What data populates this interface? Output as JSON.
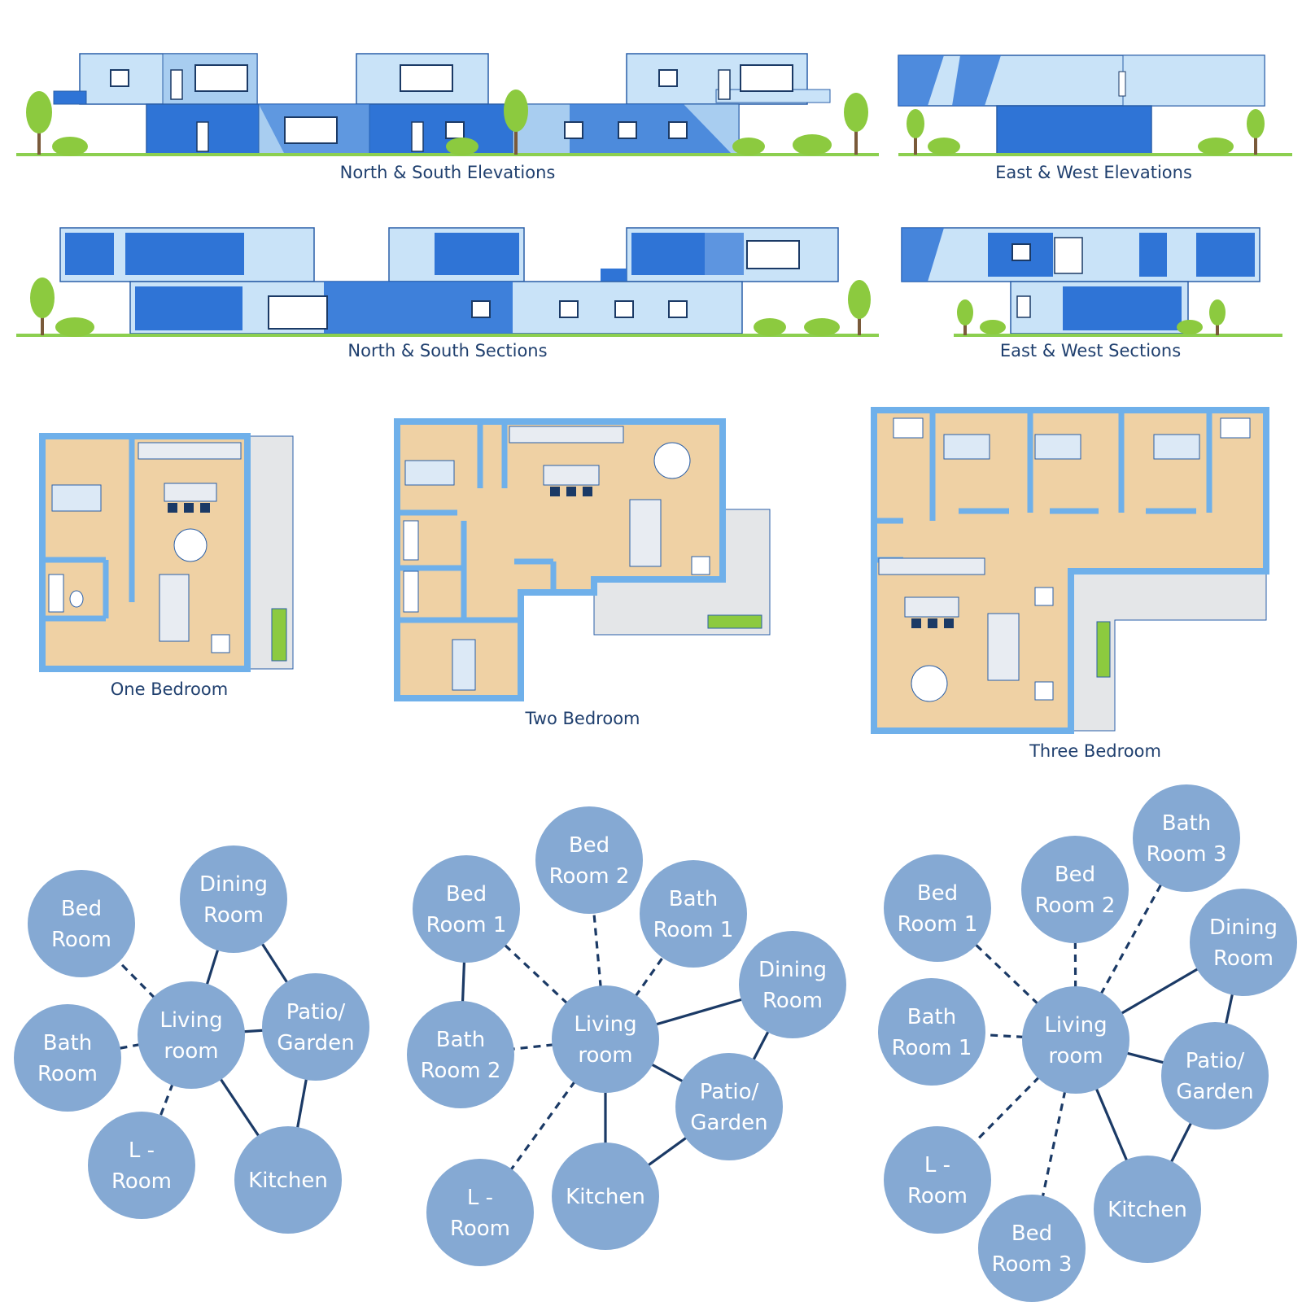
{
  "colors": {
    "sky": "#c9e3f8",
    "sky_dark": "#a8cdf0",
    "deep": "#2f74d6",
    "outline": "#2a5fa8",
    "floor": "#efd1a4",
    "wall": "#6fb0ea",
    "patio": "#e4e6e8",
    "ground": "#8ccf4f",
    "tree": "#8cca3f",
    "trunk": "#7a5a3a",
    "node": "#85a9d3",
    "edge": "#1b3a66"
  },
  "captions": {
    "ns_elev": "North & South Elevations",
    "ew_elev": "East & West Elevations",
    "ns_sect": "North & South Sections",
    "ew_sect": "East & West Sections",
    "one_bed": "One Bedroom",
    "two_bed": "Two Bedroom",
    "three_bed": "Three Bedroom"
  },
  "bubble_diagrams": [
    {
      "name": "one-bedroom",
      "nodes": [
        {
          "id": "bed",
          "lines": [
            "Bed",
            "Room"
          ]
        },
        {
          "id": "dining",
          "lines": [
            "Dining",
            "Room"
          ]
        },
        {
          "id": "living",
          "lines": [
            "Living",
            "room"
          ]
        },
        {
          "id": "patio",
          "lines": [
            "Patio/",
            "Garden"
          ]
        },
        {
          "id": "bath",
          "lines": [
            "Bath",
            "Room"
          ]
        },
        {
          "id": "lroom",
          "lines": [
            "L -",
            "Room"
          ]
        },
        {
          "id": "kitchen",
          "lines": [
            "Kitchen"
          ]
        }
      ],
      "edges": [
        {
          "from": "living",
          "to": "bed",
          "style": "dashed"
        },
        {
          "from": "living",
          "to": "dining",
          "style": "solid"
        },
        {
          "from": "dining",
          "to": "patio",
          "style": "solid"
        },
        {
          "from": "living",
          "to": "patio",
          "style": "solid"
        },
        {
          "from": "living",
          "to": "bath",
          "style": "dashed"
        },
        {
          "from": "living",
          "to": "lroom",
          "style": "dashed"
        },
        {
          "from": "living",
          "to": "kitchen",
          "style": "solid"
        },
        {
          "from": "kitchen",
          "to": "patio",
          "style": "solid"
        }
      ]
    },
    {
      "name": "two-bedroom",
      "nodes": [
        {
          "id": "bed1",
          "lines": [
            "Bed",
            "Room 1"
          ]
        },
        {
          "id": "bed2",
          "lines": [
            "Bed",
            "Room 2"
          ]
        },
        {
          "id": "bath1",
          "lines": [
            "Bath",
            "Room 1"
          ]
        },
        {
          "id": "dining",
          "lines": [
            "Dining",
            "Room"
          ]
        },
        {
          "id": "living",
          "lines": [
            "Living",
            "room"
          ]
        },
        {
          "id": "bath2",
          "lines": [
            "Bath",
            "Room 2"
          ]
        },
        {
          "id": "patio",
          "lines": [
            "Patio/",
            "Garden"
          ]
        },
        {
          "id": "lroom",
          "lines": [
            "L -",
            "Room"
          ]
        },
        {
          "id": "kitchen",
          "lines": [
            "Kitchen"
          ]
        }
      ],
      "edges": [
        {
          "from": "living",
          "to": "bed1",
          "style": "dashed"
        },
        {
          "from": "living",
          "to": "bed2",
          "style": "dashed"
        },
        {
          "from": "living",
          "to": "bath1",
          "style": "dashed"
        },
        {
          "from": "living",
          "to": "dining",
          "style": "solid"
        },
        {
          "from": "bed1",
          "to": "bath2",
          "style": "solid"
        },
        {
          "from": "living",
          "to": "bath2",
          "style": "dashed"
        },
        {
          "from": "living",
          "to": "patio",
          "style": "solid"
        },
        {
          "from": "dining",
          "to": "patio",
          "style": "solid"
        },
        {
          "from": "living",
          "to": "lroom",
          "style": "dashed"
        },
        {
          "from": "living",
          "to": "kitchen",
          "style": "solid"
        },
        {
          "from": "kitchen",
          "to": "patio",
          "style": "solid"
        }
      ]
    },
    {
      "name": "three-bedroom",
      "nodes": [
        {
          "id": "bed1",
          "lines": [
            "Bed",
            "Room 1"
          ]
        },
        {
          "id": "bed2",
          "lines": [
            "Bed",
            "Room 2"
          ]
        },
        {
          "id": "bath3",
          "lines": [
            "Bath",
            "Room 3"
          ]
        },
        {
          "id": "dining",
          "lines": [
            "Dining",
            "Room"
          ]
        },
        {
          "id": "bath1",
          "lines": [
            "Bath",
            "Room 1"
          ]
        },
        {
          "id": "living",
          "lines": [
            "Living",
            "room"
          ]
        },
        {
          "id": "patio",
          "lines": [
            "Patio/",
            "Garden"
          ]
        },
        {
          "id": "lroom",
          "lines": [
            "L -",
            "Room"
          ]
        },
        {
          "id": "bed3",
          "lines": [
            "Bed",
            "Room 3"
          ]
        },
        {
          "id": "kitchen",
          "lines": [
            "Kitchen"
          ]
        }
      ],
      "edges": [
        {
          "from": "living",
          "to": "bed1",
          "style": "dashed"
        },
        {
          "from": "living",
          "to": "bed2",
          "style": "dashed"
        },
        {
          "from": "living",
          "to": "bath3",
          "style": "dashed"
        },
        {
          "from": "living",
          "to": "dining",
          "style": "solid"
        },
        {
          "from": "dining",
          "to": "patio",
          "style": "solid"
        },
        {
          "from": "living",
          "to": "bath1",
          "style": "dashed"
        },
        {
          "from": "living",
          "to": "patio",
          "style": "solid"
        },
        {
          "from": "living",
          "to": "lroom",
          "style": "dashed"
        },
        {
          "from": "living",
          "to": "bed3",
          "style": "dashed"
        },
        {
          "from": "living",
          "to": "kitchen",
          "style": "solid"
        },
        {
          "from": "kitchen",
          "to": "patio",
          "style": "solid"
        }
      ]
    }
  ]
}
